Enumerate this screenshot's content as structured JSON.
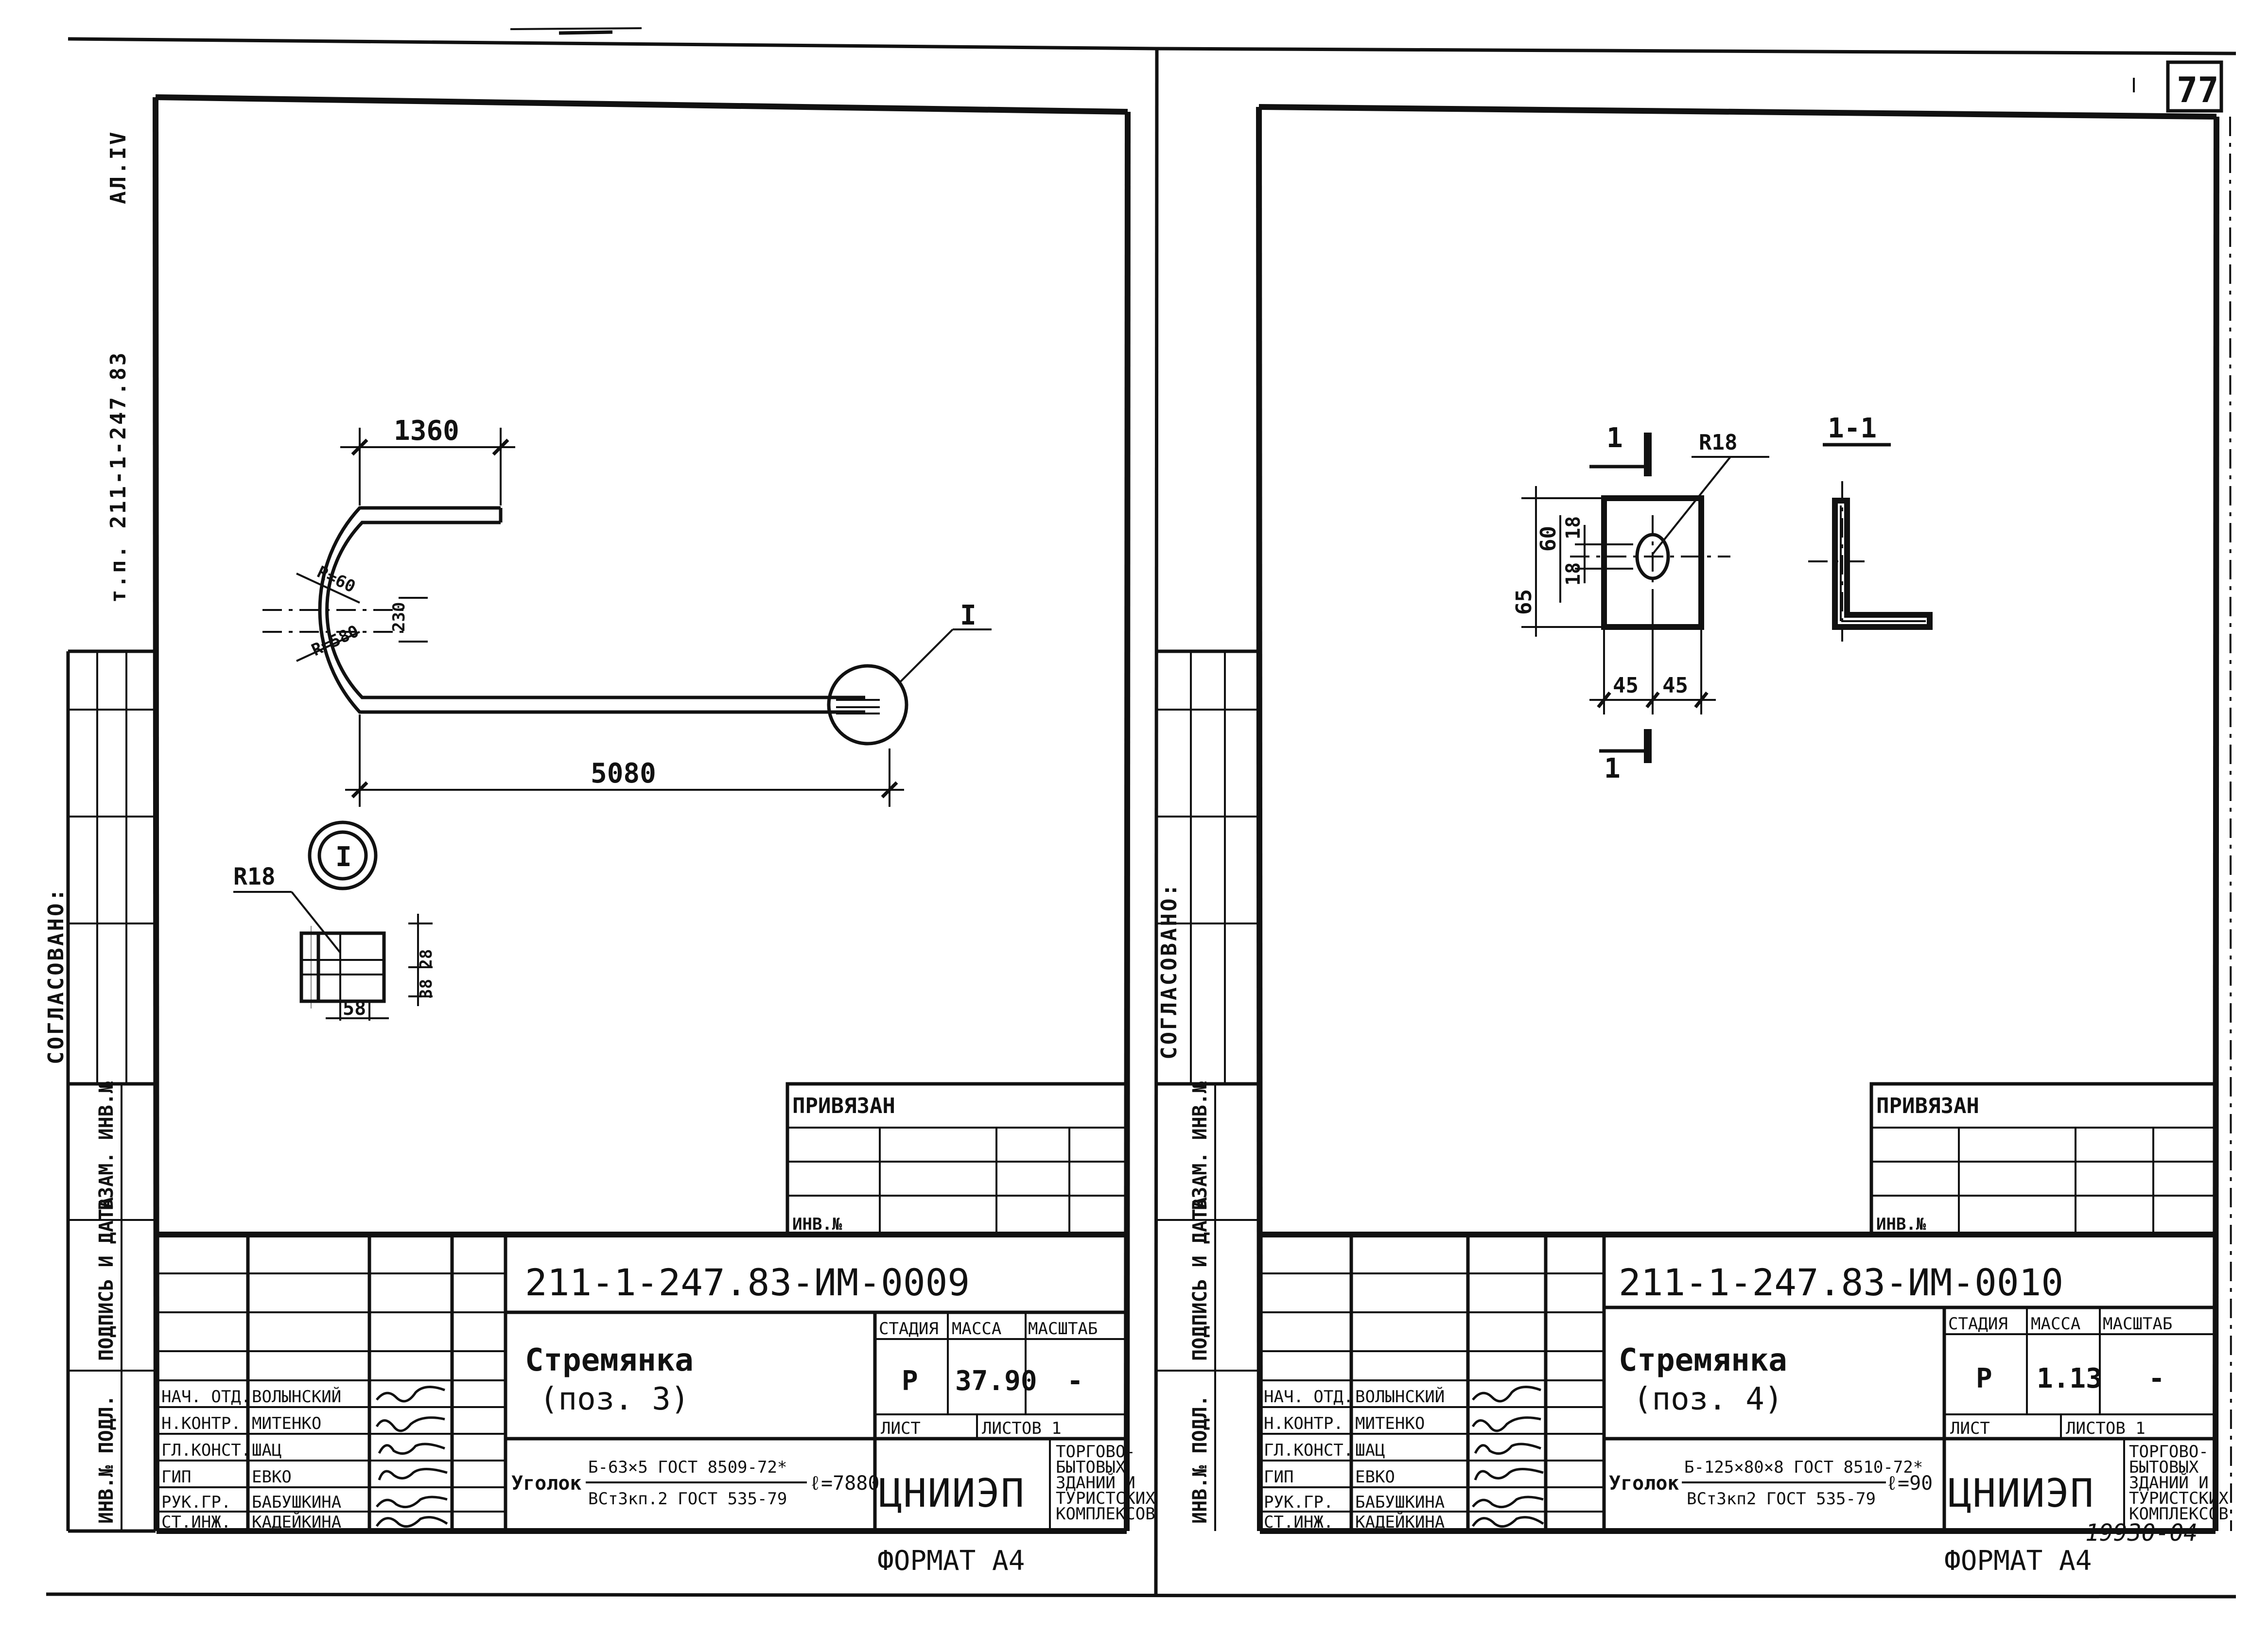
{
  "page": {
    "page_number": "77",
    "archive_number": "19930-04"
  },
  "edge_labels": {
    "album": "АЛ.IV",
    "series": "т.п. 211-1-247.83",
    "agreed": "СОГЛАСОВАНО:",
    "stub_right": "СОГЛАСОВАНО:"
  },
  "side_stamp_labels": [
    "ИНВ.№ ПОДЛ.",
    "ПОДПИСЬ И ДАТА",
    "ВЗАМ. ИНВ.№"
  ],
  "sheets": [
    {
      "code": "211-1-247.83-ИМ-0009",
      "title": "Стремянка",
      "position": "(поз. 3)",
      "stage_header": "СТАДИЯ",
      "mass_header": "МАССА",
      "scale_header": "МАСШТАБ",
      "stage": "Р",
      "mass": "37.90",
      "scale": "-",
      "sheet_header": "ЛИСТ",
      "sheets_header": "ЛИСТОВ 1",
      "material_prefix": "Уголок",
      "material_top": "Б-63×5 ГОСТ 8509-72*",
      "material_bottom": "ВСт3кп.2 ГОСТ 535-79",
      "length": "ℓ=7880",
      "org": "ЦНИИЭП",
      "org_desc": [
        "ТОРГОВО-",
        "БЫТОВЫХ",
        "ЗДАНИЙ И",
        "ТУРИСТСКИХ",
        "КОМПЛЕКСОВ"
      ],
      "format": "ФОРМАТ А4",
      "privyazan": "ПРИВЯЗАН",
      "inv": "ИНВ.№",
      "staff": [
        {
          "role": "НАЧ. ОТД.",
          "name": "ВОЛЫНСКИЙ"
        },
        {
          "role": "Н.КОНТР.",
          "name": "МИТЕНКО"
        },
        {
          "role": "ГЛ.КОНСТ.",
          "name": "ШАЦ"
        },
        {
          "role": "ГИП",
          "name": "ЕВКО"
        },
        {
          "role": "РУК.ГР.",
          "name": "БАБУШКИНА"
        },
        {
          "role": "СТ.ИНЖ.",
          "name": "КАДЕЙКИНА"
        }
      ],
      "drawing": {
        "dim_top": "1360",
        "dim_bottom": "5080",
        "radius_outer": "R=580",
        "radius_inner": "R=60",
        "dim_small": "230",
        "callout": "I",
        "detail_radius": "R18",
        "detail_dim_h": "58",
        "detail_dim_v": "38 28"
      }
    },
    {
      "code": "211-1-247.83-ИМ-0010",
      "title": "Стремянка",
      "position": "(поз. 4)",
      "stage_header": "СТАДИЯ",
      "mass_header": "МАССА",
      "scale_header": "МАСШТАБ",
      "stage": "Р",
      "mass": "1.13",
      "scale": "-",
      "sheet_header": "ЛИСТ",
      "sheets_header": "ЛИСТОВ 1",
      "material_prefix": "Уголок",
      "material_top": "Б-125×80×8 ГОСТ 8510-72*",
      "material_bottom": "ВСт3кп2 ГОСТ 535-79",
      "length": "ℓ=90",
      "org": "ЦНИИЭП",
      "org_desc": [
        "ТОРГОВО-",
        "БЫТОВЫХ",
        "ЗДАНИЙ И",
        "ТУРИСТСКИХ",
        "КОМПЛЕКСОВ"
      ],
      "format": "ФОРМАТ А4",
      "privyazan": "ПРИВЯЗАН",
      "inv": "ИНВ.№",
      "staff": [
        {
          "role": "НАЧ. ОТД.",
          "name": "ВОЛЫНСКИЙ"
        },
        {
          "role": "Н.КОНТР.",
          "name": "МИТЕНКО"
        },
        {
          "role": "ГЛ.КОНСТ.",
          "name": "ШАЦ"
        },
        {
          "role": "ГИП",
          "name": "ЕВКО"
        },
        {
          "role": "РУК.ГР.",
          "name": "БАБУШКИНА"
        },
        {
          "role": "СТ.ИНЖ.",
          "name": "КАДЕЙКИНА"
        }
      ],
      "drawing": {
        "section_mark": "1",
        "section_title": "1-1",
        "radius": "R18",
        "dim_65": "65",
        "dim_60": "60",
        "dim_18a": "18",
        "dim_18b": "18",
        "dim_45a": "45",
        "dim_45b": "45"
      }
    }
  ]
}
